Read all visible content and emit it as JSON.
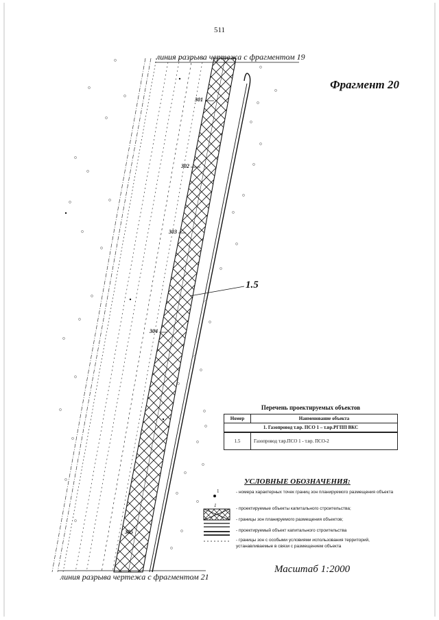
{
  "page_number": "511",
  "fragment_title": "Фрагмент 20",
  "break_line_top": "линия разрыва чертежа с фрагментом 19",
  "break_line_bottom": "линия разрыва чертежа с фрагментом 21",
  "point_labels": [
    "301",
    "302",
    "303",
    "304",
    "305"
  ],
  "object_label": "1.5",
  "objects_table": {
    "title": "Перечень проектируемых объектов",
    "headers": [
      "Номер",
      "Наименование объекта"
    ],
    "group_title": "1. Газопровод т.вр. ПСО 1 – т.вр.РГПП ВКС",
    "rows": [
      {
        "number": "1.5",
        "name": "Газопровод  т.вр.ПСО 1 - т.вр. ПСО-2"
      }
    ]
  },
  "legend": {
    "title": "УСЛОВНЫЕ ОБОЗНАЧЕНИЯ:",
    "symbol_point_label": "1",
    "symbol_object_label": "1",
    "items": [
      "- номера характерных точек границ зон планируемого размещения объекта",
      "- проектируемые объекты капитального строительства;",
      "- границы зон планируемого размещения объектов;",
      "- проектируемый объект капитального строительства",
      "- границы зон с особыми условиями использования территорий, устанавливаемые в связи с размещением объекта"
    ]
  },
  "scale": "Масштаб 1:2000"
}
